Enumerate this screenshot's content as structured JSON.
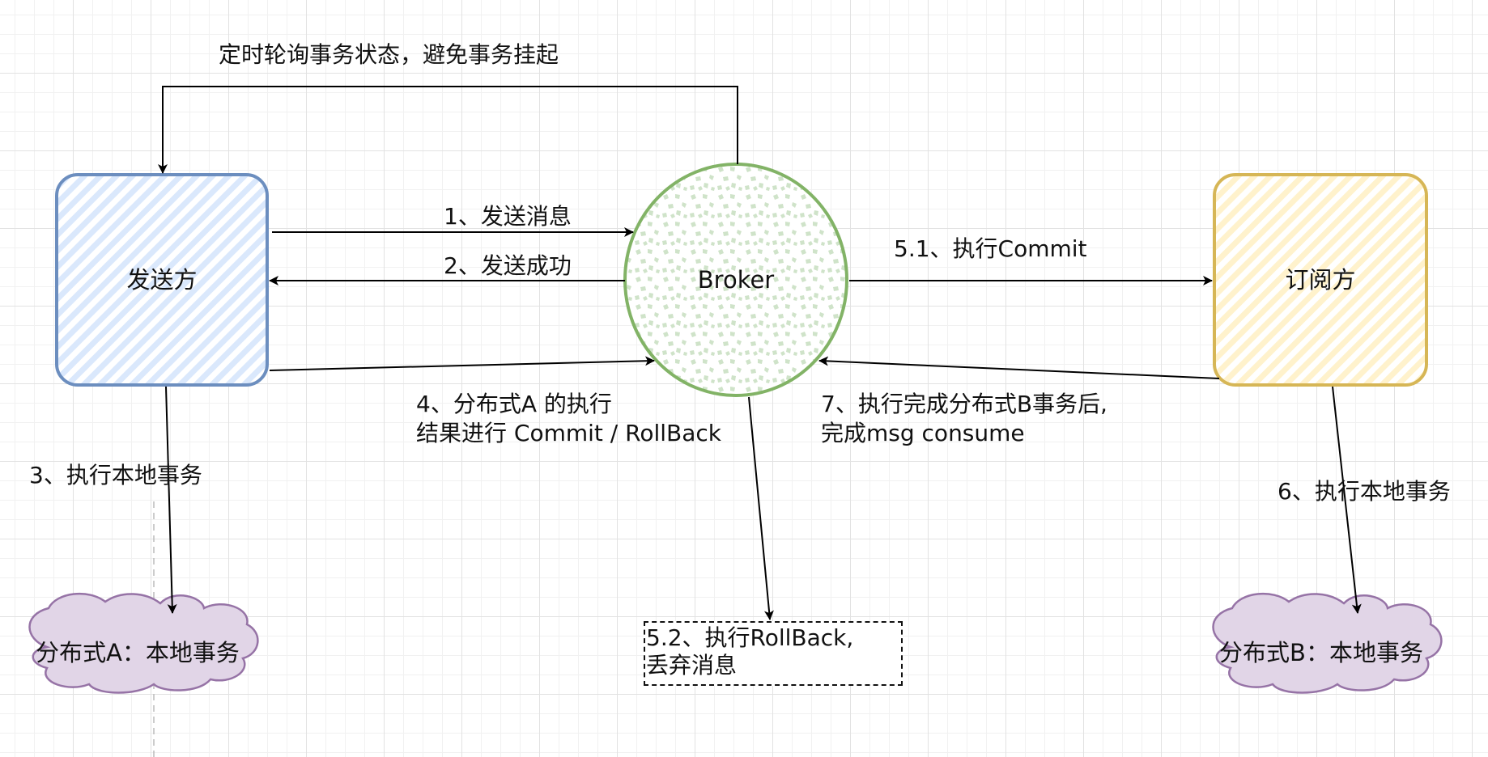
{
  "nodes": {
    "sender": {
      "label": "发送方"
    },
    "broker": {
      "label": "Broker"
    },
    "subscriber": {
      "label": "订阅方"
    },
    "local_tx_a": {
      "label": "分布式A：本地事务"
    },
    "local_tx_b": {
      "label": "分布式B：本地事务"
    },
    "rollback_note": {
      "line1": "5.2、执行RollBack,",
      "line2": "丢弃消息"
    }
  },
  "edges": {
    "poll_label": "定时轮询事务状态，避免事务挂起",
    "send_msg": "1、发送消息",
    "send_ok": "2、发送成功",
    "local_tx_sender": "3、执行本地事务",
    "commit_rollback_line1": "4、分布式A 的执行",
    "commit_rollback_line2": "结果进行 Commit / RollBack",
    "exec_commit": "5.1、执行Commit",
    "local_tx_subscriber": "6、执行本地事务",
    "consume_line1": "7、执行完成分布式B事务后,",
    "consume_line2": "完成msg consume"
  },
  "colors": {
    "sender_stroke": "#6c8ebf",
    "sender_fill": "#dae8fc",
    "broker_stroke": "#82b366",
    "broker_fill": "#d5e8d4",
    "subscriber_stroke": "#d6b656",
    "subscriber_fill": "#fff2cc",
    "cloud_stroke": "#9673a6",
    "cloud_fill": "#e1d5e7"
  }
}
